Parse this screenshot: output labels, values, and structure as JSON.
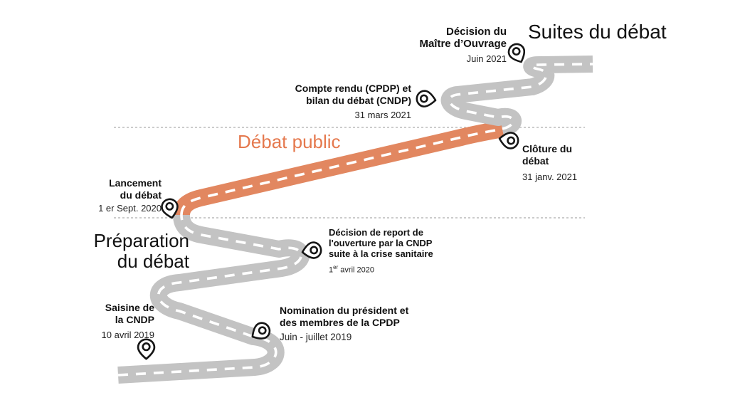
{
  "titles": {
    "suites": "Suites du débat",
    "debat_public": "Débat public",
    "preparation_line1": "Préparation",
    "preparation_line2": "du débat"
  },
  "milestones": {
    "decision_mo": {
      "line1": "Décision du",
      "line2": "Maître d’Ouvrage",
      "date": "Juin 2021"
    },
    "compte_rendu": {
      "line1": "Compte rendu (CPDP) et",
      "line2": "bilan du débat (CNDP)",
      "date": "31 mars 2021"
    },
    "cloture": {
      "line1": "Clôture du",
      "line2": "débat",
      "date": "31 janv. 2021"
    },
    "lancement": {
      "line1": "Lancement",
      "line2": "du débat",
      "date": "1 er Sept. 2020"
    },
    "report": {
      "line1": "Décision de report de",
      "line2": "l'ouverture par la CNDP",
      "line3": "suite à la crise sanitaire",
      "date_num": "1",
      "date_sup": "er",
      "date_rest": " avril 2020"
    },
    "nomination": {
      "line1": "Nomination du président et",
      "line2": "des membres de la CPDP",
      "date": "Juin - juillet 2019"
    },
    "saisine": {
      "line1": "Saisine de",
      "line2": "la CNDP",
      "date": "10 avril 2019"
    }
  },
  "icons": {
    "milestone_marker": "map-pin-icon"
  },
  "colors": {
    "road_gray": "#c3c3c3",
    "road_orange": "#e28760",
    "debat_title": "#e5794e",
    "separator": "#cccccc",
    "text": "#111111"
  }
}
